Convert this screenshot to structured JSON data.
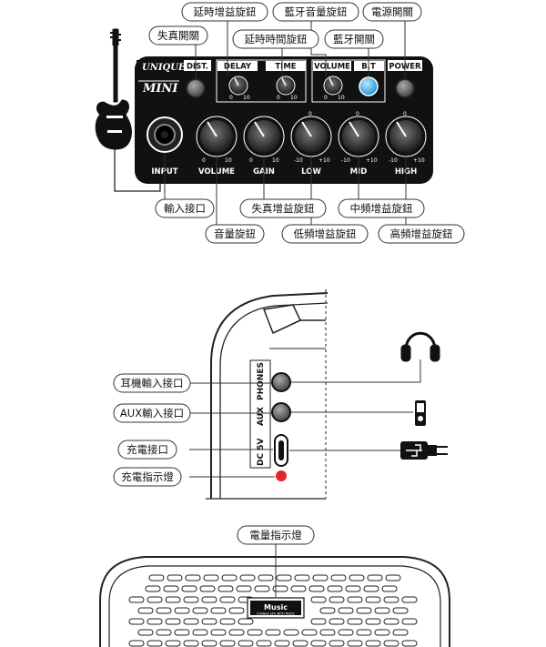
{
  "amp": {
    "brand_line1": "UNIQUE",
    "brand_line2": "MINI",
    "top_small_labels": {
      "dist": "DIST.",
      "delay": "DELAY",
      "time": "TIME",
      "volume": "VOLUME",
      "bt": "B.T",
      "power": "POWER"
    },
    "bottom_labels": {
      "input": "INPUT",
      "volume": "VOLUME",
      "gain": "GAIN",
      "low": "LOW",
      "mid": "MID",
      "high": "HIGH"
    },
    "scale": {
      "zero": "0",
      "ten": "10",
      "neg10": "-10",
      "pos10": "+10"
    }
  },
  "callouts": {
    "delay_gain": "延時增益旋鈕",
    "bt_volume": "藍牙音量旋鈕",
    "power_switch": "電源開關",
    "dist_switch": "失真開關",
    "delay_time": "延時時間旋鈕",
    "bt_switch": "藍牙開關",
    "input_jack": "輸入接口",
    "dist_gain": "失真增益旋鈕",
    "mid_gain": "中頻增益旋鈕",
    "volume_knob": "音量旋鈕",
    "low_gain": "低頻增益旋鈕",
    "high_gain": "高頻增益旋鈕"
  },
  "side": {
    "panel_labels": {
      "phones": "PHONES",
      "aux": "AUX",
      "dc": "DC 5V"
    },
    "callouts": {
      "headphone_jack": "耳機輸入接口",
      "aux_jack": "AUX輸入接口",
      "charge_port": "充電接口",
      "charge_led": "充電指示燈"
    }
  },
  "front": {
    "battery_indicator": "電量指示燈",
    "logo_main": "Music",
    "logo_sub": "CHANGE LIFE WITH MUSIC"
  },
  "colors": {
    "bt_button": "#2fa9e8",
    "charge_led": "#e0262b",
    "panel": "#111111"
  }
}
